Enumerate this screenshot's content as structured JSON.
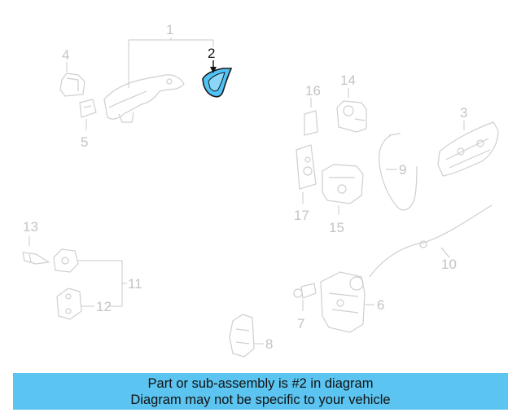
{
  "diagram": {
    "highlighted_part": "2",
    "highlight_color": "#4fc3f7",
    "callouts": [
      "1",
      "2",
      "3",
      "4",
      "5",
      "6",
      "7",
      "8",
      "9",
      "10",
      "11",
      "12",
      "13",
      "14",
      "15",
      "16",
      "17"
    ]
  },
  "caption": {
    "line1": "Part or sub-assembly is #2 in diagram",
    "line2": "Diagram may not be specific to your vehicle",
    "background": "#5bc4f0"
  }
}
